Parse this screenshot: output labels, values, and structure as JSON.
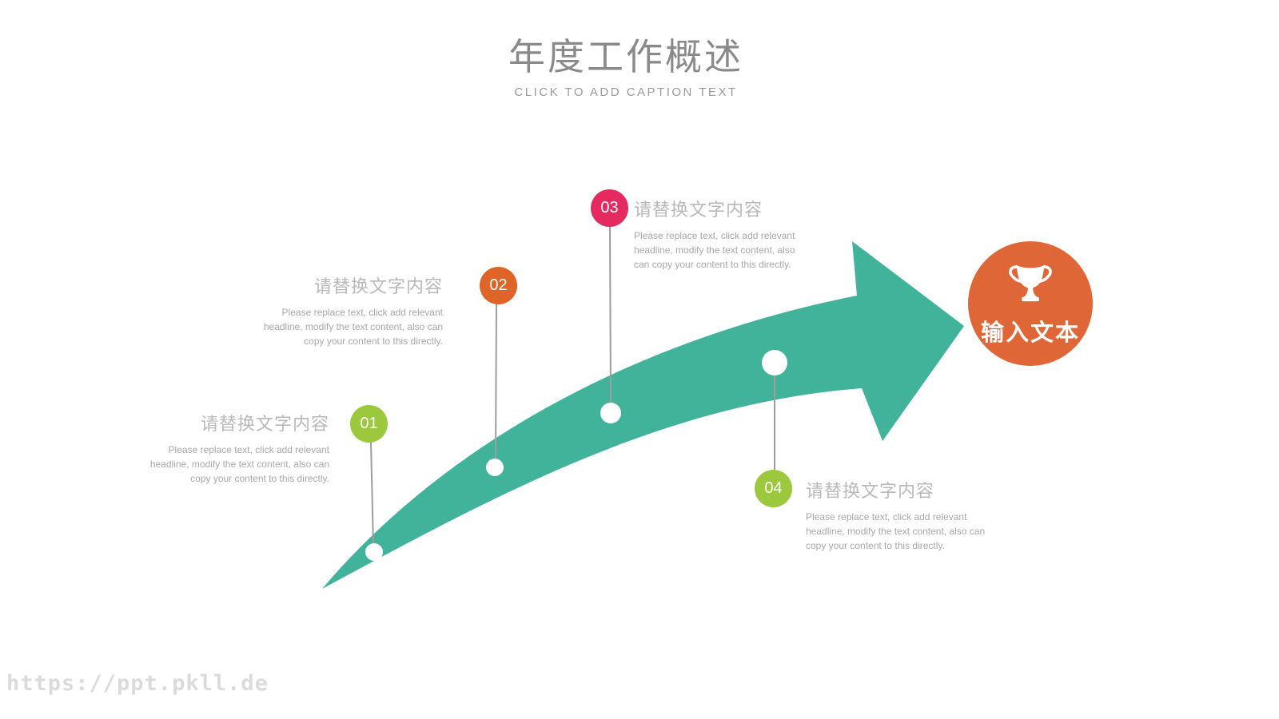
{
  "slide": {
    "title": "年度工作概述",
    "subtitle": "CLICK TO ADD CAPTION TEXT",
    "watermark": "https://ppt.pkll.de"
  },
  "colors": {
    "arrow": "#41B39A",
    "connector": "#9e9e9e",
    "dot": "#ffffff",
    "goal": "#DE6637",
    "step1": "#9BC83C",
    "step2": "#DE6428",
    "step3": "#E52A5F",
    "step4": "#9BC83C"
  },
  "goal": {
    "label": "输入文本",
    "icon": "trophy-icon"
  },
  "steps": [
    {
      "number": "01",
      "color": "#9BC83C",
      "heading": "请替换文字内容",
      "body": "Please replace text, click add relevant headline, modify the text content, also can copy your content to this directly."
    },
    {
      "number": "02",
      "color": "#DE6428",
      "heading": "请替换文字内容",
      "body": "Please replace text, click add relevant headline, modify the text content, also can copy your content to this directly."
    },
    {
      "number": "03",
      "color": "#E52A5F",
      "heading": "请替换文字内容",
      "body": "Please replace text, click add relevant headline, modify the text content, also can copy your content to this directly."
    },
    {
      "number": "04",
      "color": "#9BC83C",
      "heading": "请替换文字内容",
      "body": "Please replace text, click add relevant headline, modify the text content, also can copy your content to this directly."
    }
  ]
}
